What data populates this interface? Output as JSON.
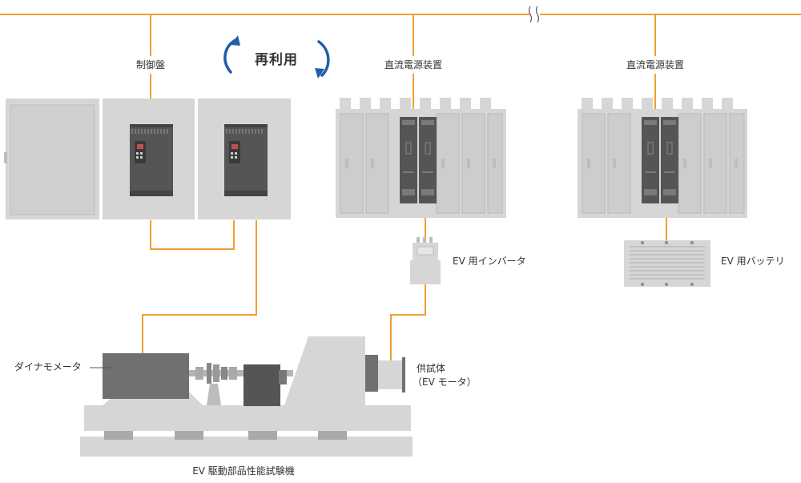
{
  "labels": {
    "control_panel": "制御盤",
    "reuse": "再利用",
    "dc_power_supply_1": "直流電源装置",
    "dc_power_supply_2": "直流電源装置",
    "ev_inverter": "EV 用インバータ",
    "ev_battery": "EV 用バッテリ",
    "dynamometer": "ダイナモメータ",
    "test_piece_line1": "供試体",
    "test_piece_line2": "（EV モータ）",
    "test_machine": "EV 駆動部品性能試験機"
  },
  "colors": {
    "wire": "#f0a030",
    "arrow": "#1f5fa6",
    "cabinet": "#d6d6d6",
    "dark_unit": "#555555",
    "text": "#333333"
  }
}
